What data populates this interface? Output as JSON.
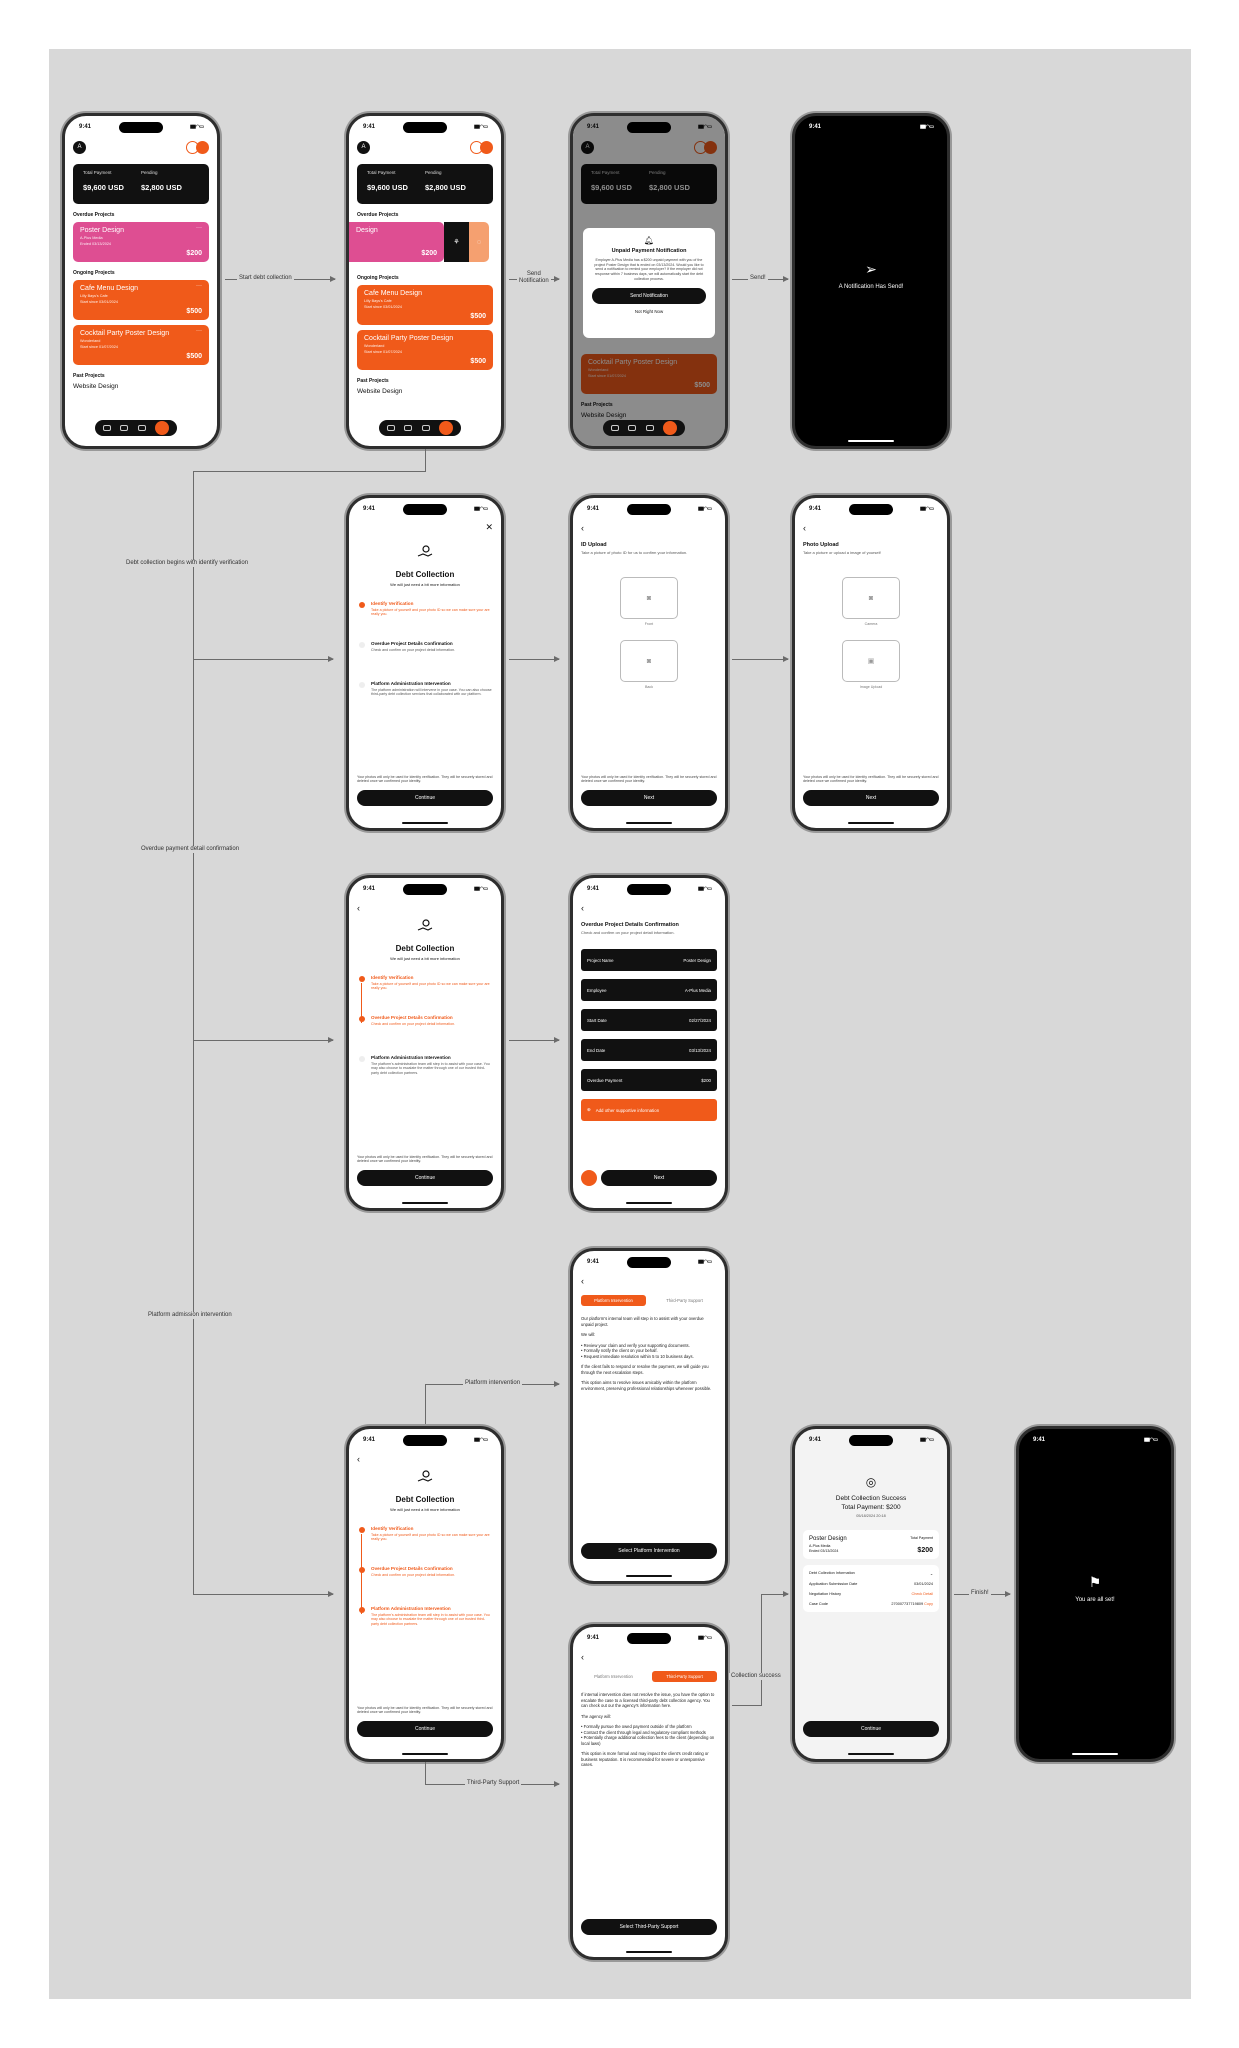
{
  "status_time": "9:41",
  "arrows": {
    "start_debt": "Start debt collection",
    "send_notification": "Send\nNotification",
    "send": "Send!",
    "identify": "Debt collection begins with identify verification",
    "overdue": "Overdue payment detail confirmation",
    "admission": "Platform admission intervention",
    "platform_intervention": "Platform intervention",
    "third_party": "Third-Party Support",
    "collection_success": "Collection success",
    "finish": "Finish!"
  },
  "home": {
    "total_payment_label": "Total Payment",
    "total_payment": "$9,600 USD",
    "pending_label": "Pending",
    "pending": "$2,800 USD",
    "overdue_title": "Overdue Projects",
    "ongoing_title": "Ongoing Projects",
    "past_title": "Past Projects",
    "overdue_card": {
      "title": "Poster Design",
      "client": "A-Plus Media",
      "date": "Ended 03/13/2024",
      "amount": "$200"
    },
    "ongoing": [
      {
        "title": "Cafe Menu Design",
        "client": "Lilly Bays's Cafe",
        "date": "Start since 03/01/2024",
        "amount": "$500"
      },
      {
        "title": "Cocktail Party Poster Design",
        "client": "Wonderland",
        "date": "Start since 01/07/2024",
        "amount": "$500"
      }
    ],
    "past_card_title": "Website Design",
    "swipe_label": "Design"
  },
  "modal": {
    "title": "Unpaid Payment Notification",
    "body": "Employer A-Plus Media has a $200 unpaid payment with you of the project Poster Design that is ended on 03/13/2024. Would you like to send a notification to remind your employer? If the employer did not response within 7 business days, we will automatically start the debt collection process.",
    "primary": "Send Notification",
    "secondary": "Not Right Now"
  },
  "sent": {
    "text": "A Notification Has Send!"
  },
  "debt": {
    "title": "Debt Collection",
    "subtitle": "We will just need a bit more information",
    "steps": [
      {
        "label": "Identify Verification",
        "desc": "Take a picture of yourself and your photo ID so we can make sure your are really you."
      },
      {
        "label": "Overdue Project Details Confirmation",
        "desc": "Check and confirm on your project detail information."
      },
      {
        "label": "Platform Administration Intervention",
        "desc": "The platform administration will intervene in your case. You can also choose third-party debt collection services that collaborated with our platform."
      }
    ],
    "step3_desc_alt": "The platform's administration team will step in to assist with your case. You may also choose to escalate the matter through one of our trusted third-party debt collection partners.",
    "note": "Your photos will only be used for identity verification. They will be securely stored and deleted once we confirmed your identity.",
    "continue": "Continue"
  },
  "id_upload": {
    "title": "ID Upload",
    "subtitle": "Take a picture of photo ID for us to confirm your information.",
    "front": "Front",
    "back": "Back",
    "next": "Next"
  },
  "photo_upload": {
    "title": "Photo Upload",
    "subtitle": "Take a picture or upload a image of yourself",
    "camera": "Camera",
    "image_upload": "Image Upload",
    "next": "Next"
  },
  "confirm": {
    "title": "Overdue Project Details Confirmation",
    "subtitle": "Check and confirm on your project detail information.",
    "rows": [
      {
        "k": "Project Name",
        "v": "Poster Design"
      },
      {
        "k": "Employee",
        "v": "A-Plus Media"
      },
      {
        "k": "Start Date",
        "v": "02/27/2024"
      },
      {
        "k": "End Date",
        "v": "03/13/2024"
      },
      {
        "k": "Overdue Payment",
        "v": "$200"
      }
    ],
    "add": "Add other supportive information",
    "next": "Next"
  },
  "intervention": {
    "tab1": "Platform Intervention",
    "tab2": "Third-Party Support",
    "p1": "Our platform's internal team will step in to assist with your overdue unpaid project.",
    "p2": "We will:",
    "list": [
      "Review your claim and verify your supporting documents.",
      "Formally notify the client on your behalf.",
      "Request immediate resolution within 5 to 10 business days."
    ],
    "p3": "If the client fails to respond or resolve the payment, we will guide you through the next escalation steps.",
    "p4": "This option aims to resolve issues amicably within the platform environment, preserving professional relationships whenever possible.",
    "button": "Select Platform Intervention"
  },
  "thirdparty": {
    "p1": "If internal intervention does not resolve the issue, you have the option to escalate the case to a licensed third-party debt collection agency. You can check out our the agency's information here.",
    "p2": "The agency will:",
    "list": [
      "Formally pursue the owed payment outside of the platform",
      "Contact the client through legal and regulatory-compliant methods",
      "Potentially charge additional collection fees to the client (depending on local laws)"
    ],
    "p3": "This option is more formal and may impact the client's credit rating or business reputation. It is recommended for severe or unresponsive cases.",
    "button": "Select Third-Party Support"
  },
  "success": {
    "title": "Debt Collection Success",
    "total": "Total Payment: $200",
    "date": "05/18/2024  20:18",
    "card_title": "Poster Design",
    "card_client": "A-Plus Media",
    "card_date": "Ended 03/13/2024",
    "tp_label": "Total Payment",
    "amount": "$200",
    "info_title": "Debt Collection Information",
    "rows": [
      {
        "k": "Application Submission Date",
        "v": "03/01/2024"
      },
      {
        "k": "Negotiation History",
        "v": "Check Detail"
      },
      {
        "k": "Case Code",
        "v": "270007737719809"
      }
    ],
    "copy": "Copy",
    "continue": "Continue"
  },
  "done": {
    "text": "You are all set!"
  },
  "colors": {
    "accent": "#f05a1a",
    "pink": "#de4e92",
    "board": "#d8d8d8"
  }
}
